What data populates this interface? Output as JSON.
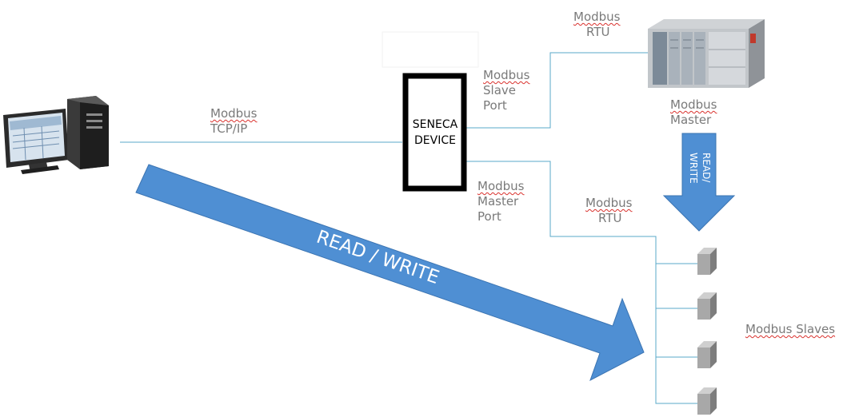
{
  "device": {
    "line1": "SENECA",
    "line2": "DEVICE"
  },
  "links": {
    "tcp": {
      "line1": "Modbus",
      "line2": "TCP/IP"
    },
    "rtu_top": {
      "line1": "Modbus",
      "line2": "RTU"
    },
    "slave_port": {
      "line1": "Modbus",
      "line2": "Slave",
      "line3": "Port"
    },
    "master_port": {
      "line1": "Modbus",
      "line2": "Master",
      "line3": "Port"
    },
    "rtu_bottom": {
      "line1": "Modbus",
      "line2": "RTU"
    }
  },
  "plc": {
    "line1": "Modbus",
    "line2": "Master"
  },
  "slaves_label": "Modbus Slaves",
  "big_arrow_text": "READ / WRITE",
  "down_arrow_text": {
    "line1": "READ/",
    "line2": "WRITE"
  },
  "colors": {
    "arrow_fill": "#4f8fd3",
    "arrow_stroke": "#3b74b2",
    "line": "#5aa8c8",
    "label": "#7a7a7a",
    "squiggle": "#d9302c"
  },
  "icons": {
    "computer": "desktop-computer-icon",
    "plc": "plc-rack-icon",
    "slave": "slave-device-icon"
  }
}
